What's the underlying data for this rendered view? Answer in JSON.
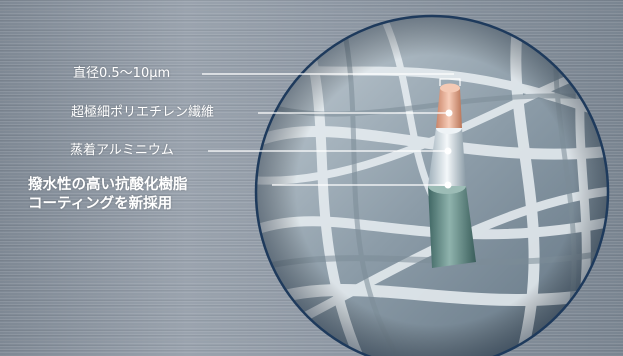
{
  "labels": [
    {
      "text": "直径0.5～10μm"
    },
    {
      "text": "超極細ポリエチレン繊維"
    },
    {
      "text": "蒸着アルミニウム"
    },
    {
      "text": "撥水性の高い抗酸化樹脂\nコーティングを新採用"
    }
  ],
  "colors": {
    "label_text": "#ffffff",
    "leader_line": "#ffffff",
    "core_fiber": "#e6a98f",
    "aluminium_layer": "#d9e2e8",
    "resin_coating": "#5f8a86",
    "lens_border": "#1e3a5c"
  }
}
